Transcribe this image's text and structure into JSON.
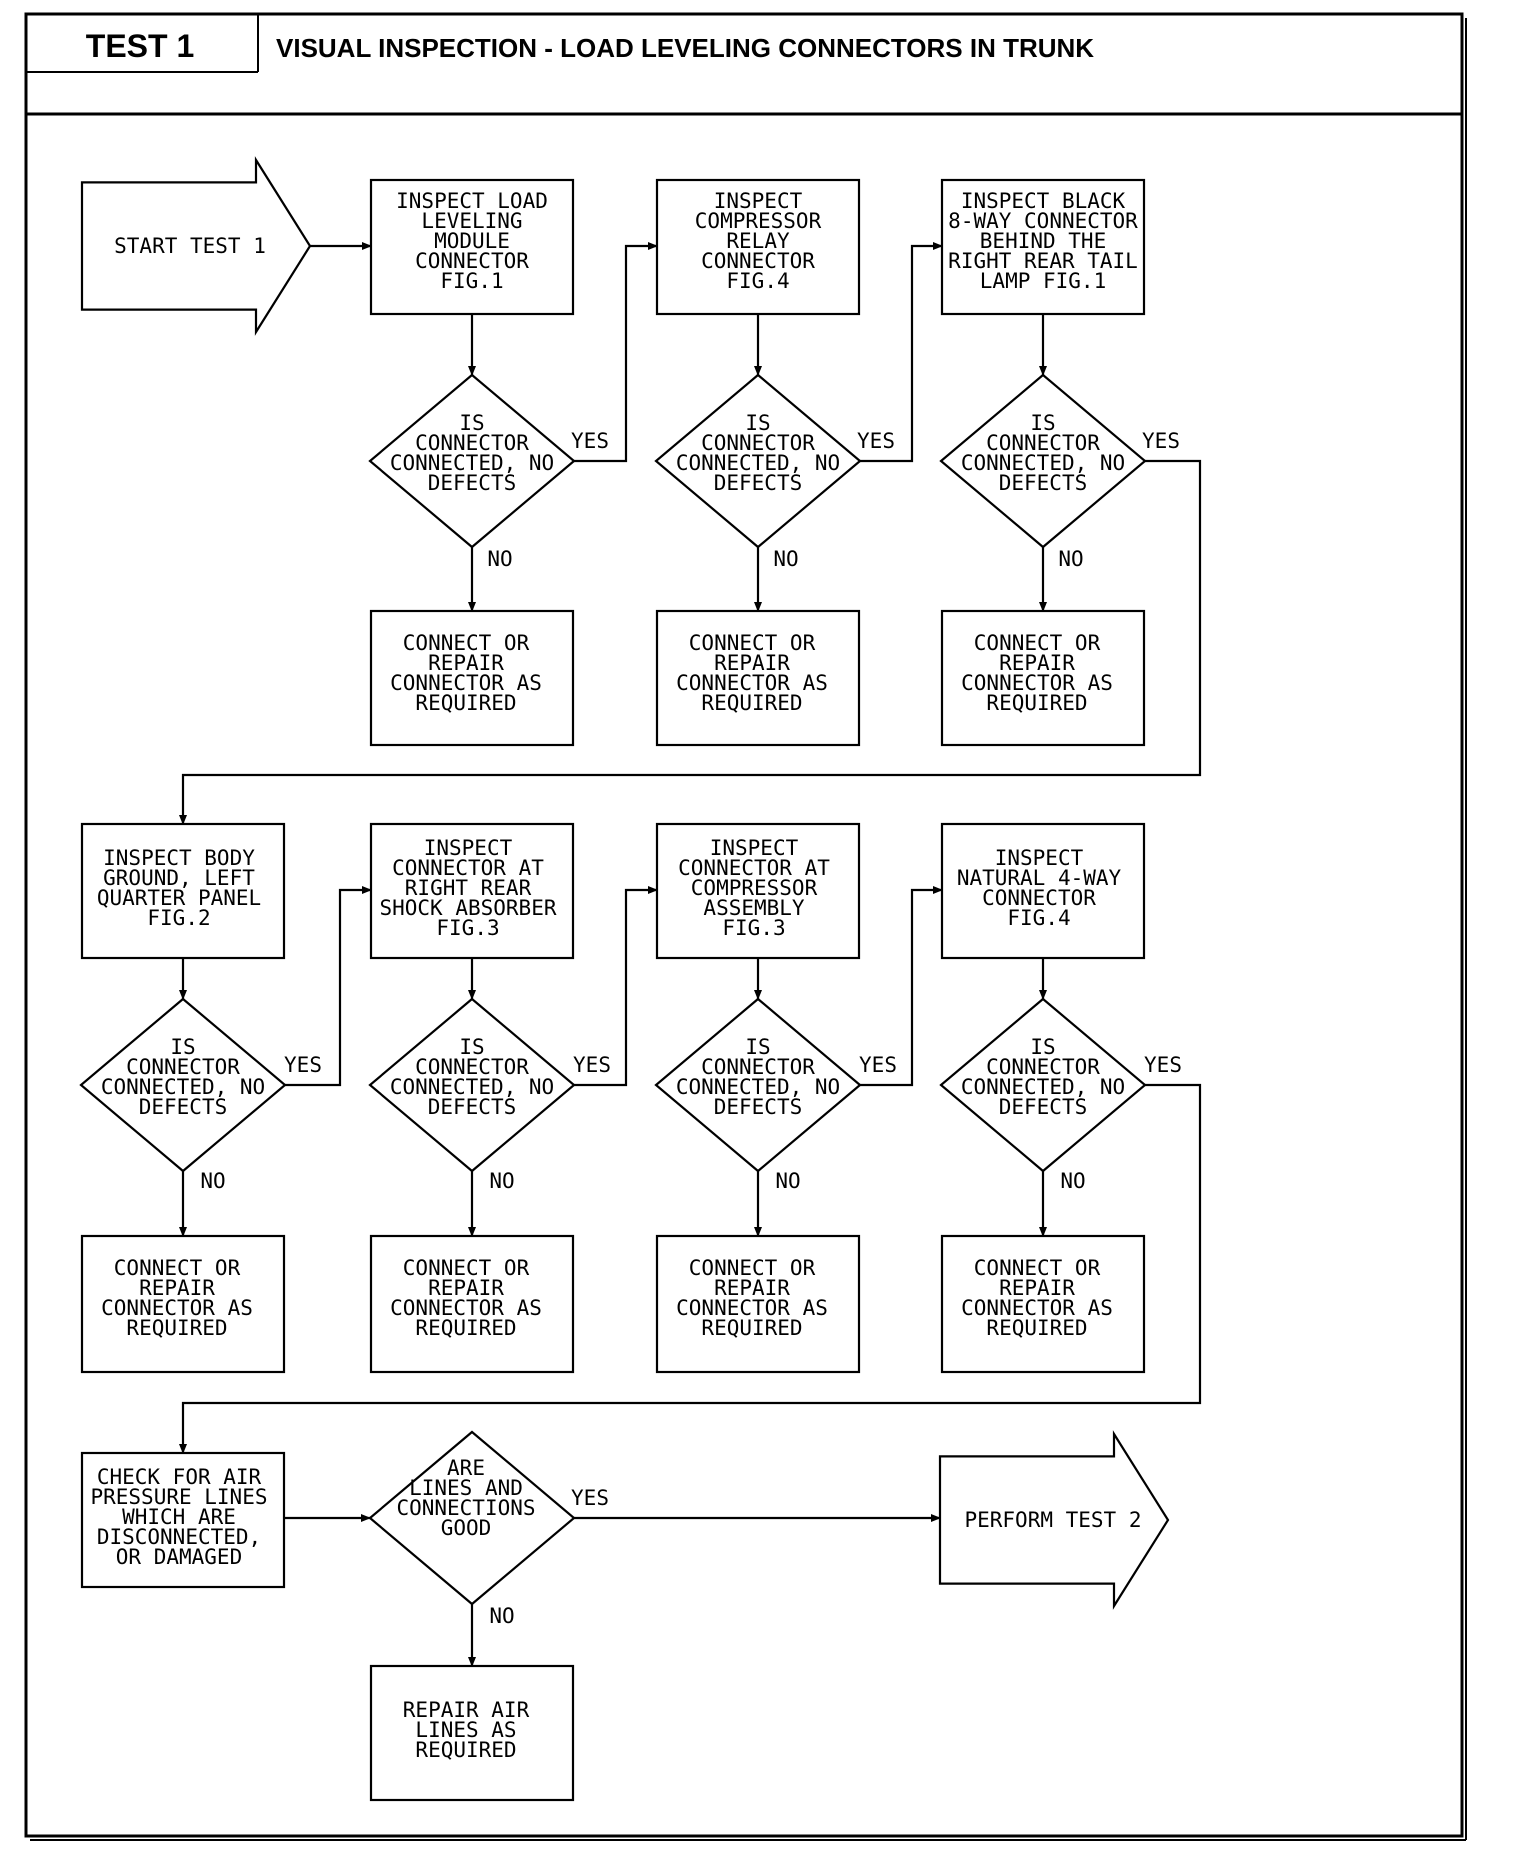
{
  "header": {
    "test_label": "TEST 1",
    "title": "VISUAL INSPECTION - LOAD LEVELING CONNECTORS IN TRUNK"
  },
  "start": [
    "START TEST 1"
  ],
  "end": [
    "PERFORM TEST 2"
  ],
  "question": [
    "IS",
    "CONNECTOR",
    "CONNECTED, NO",
    "DEFECTS"
  ],
  "repair": [
    "CONNECT OR",
    "REPAIR",
    "CONNECTOR AS",
    "REQUIRED"
  ],
  "yes": "YES",
  "no": "NO",
  "row1": [
    [
      "INSPECT LOAD",
      "LEVELING",
      "MODULE",
      "CONNECTOR",
      "FIG.1"
    ],
    [
      "INSPECT",
      "COMPRESSOR",
      "RELAY",
      "CONNECTOR",
      "FIG.4"
    ],
    [
      "INSPECT BLACK",
      "8-WAY CONNECTOR",
      "BEHIND THE",
      "RIGHT REAR TAIL",
      "LAMP FIG.1"
    ]
  ],
  "row2": [
    [
      "INSPECT BODY",
      "GROUND, LEFT",
      "QUARTER PANEL",
      "FIG.2"
    ],
    [
      "INSPECT",
      "CONNECTOR AT",
      "RIGHT REAR",
      "SHOCK ABSORBER",
      "FIG.3"
    ],
    [
      "INSPECT",
      "CONNECTOR AT",
      "COMPRESSOR",
      "ASSEMBLY",
      "FIG.3"
    ],
    [
      "INSPECT",
      "NATURAL 4-WAY",
      "CONNECTOR",
      "FIG.4"
    ]
  ],
  "air_check": [
    "CHECK FOR AIR",
    "PRESSURE LINES",
    "WHICH ARE",
    "DISCONNECTED,",
    "OR DAMAGED"
  ],
  "air_question": [
    "ARE",
    "LINES AND",
    "CONNECTIONS",
    "GOOD"
  ],
  "air_repair": [
    "REPAIR AIR",
    "LINES AS",
    "REQUIRED"
  ]
}
